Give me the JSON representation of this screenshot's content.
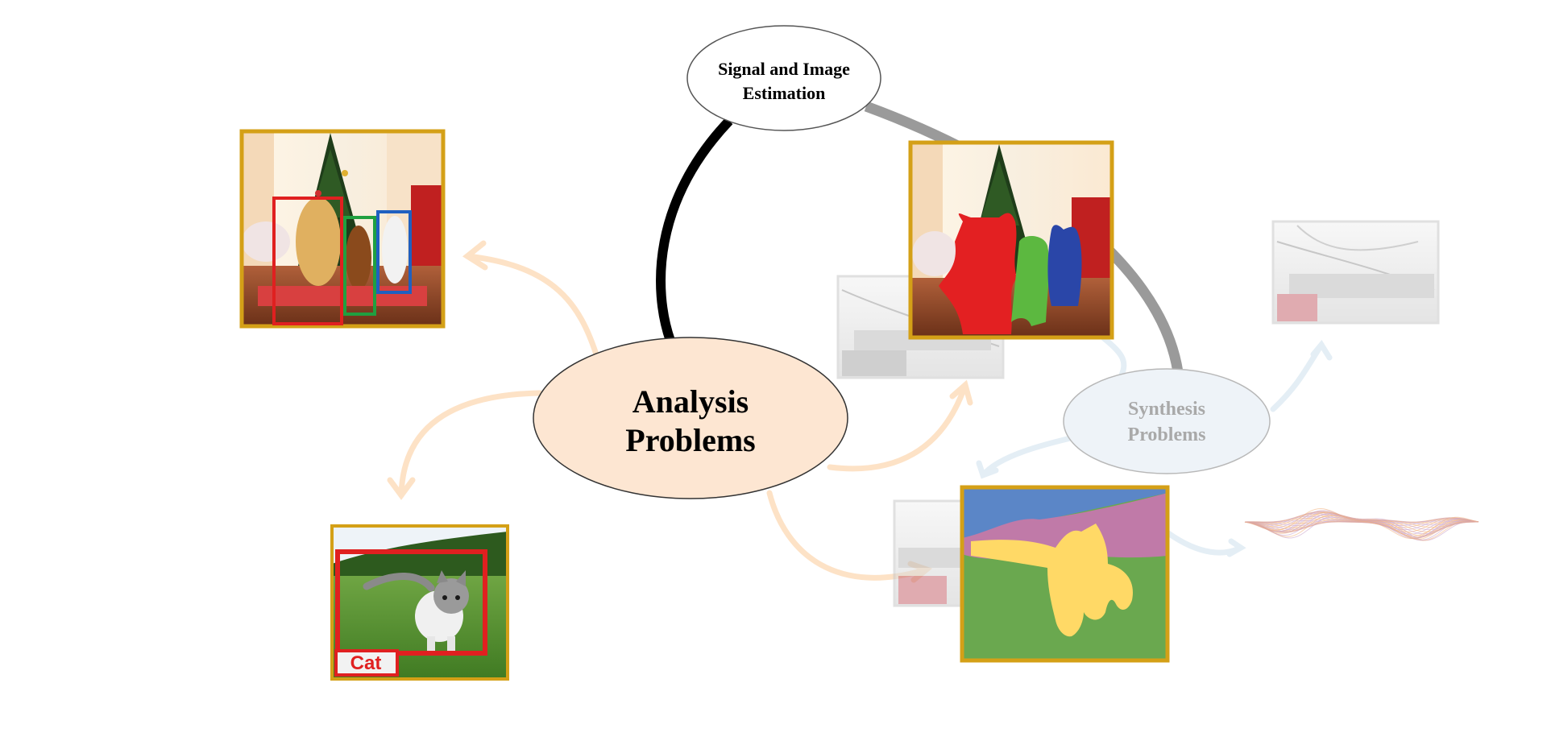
{
  "nodes": {
    "signal": {
      "line1": "Signal and Image",
      "line2": "Estimation"
    },
    "analysis": {
      "line1": "Analysis",
      "line2": "Problems"
    },
    "synthesis": {
      "line1": "Synthesis",
      "line2": "Problems"
    }
  },
  "detection": {
    "label": "Cat"
  },
  "colors": {
    "analysis_fill": "#fde6d2",
    "synthesis_fill": "#eef3f8",
    "synthesis_text": "#a9a9a9",
    "frame_gold": "#d4a017",
    "arrow_peach": "#fde2c6",
    "arrow_blue": "#e4eef5",
    "box_red": "#e02020",
    "box_green": "#20a040",
    "box_blue": "#2060c0",
    "seg_red": "#e32022",
    "seg_green": "#5cb840",
    "seg_blue": "#2a46a8",
    "sky_blue": "#5b86c7",
    "mountain_pink": "#c07aa8",
    "grass_green": "#6aa84f",
    "cat_yellow": "#ffd966"
  },
  "icons": [
    "christmas-dogs-cats-photo",
    "kitten-photo",
    "winter-scene-photo",
    "waveform-graphic"
  ]
}
